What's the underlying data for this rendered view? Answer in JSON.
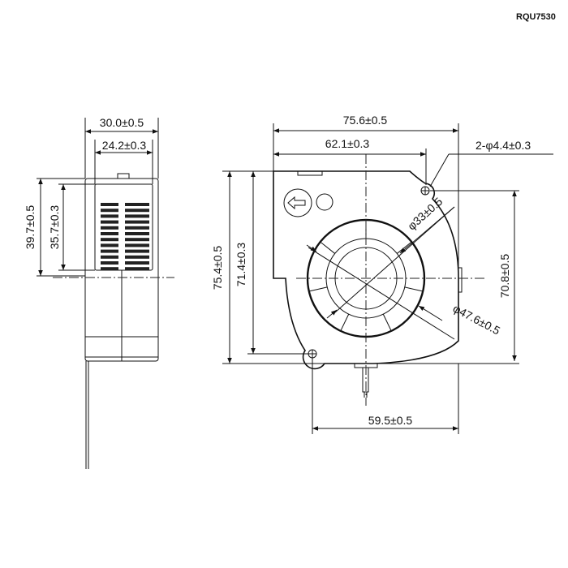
{
  "title": "RQU7530",
  "side_view": {
    "width_outer": "30.0±0.5",
    "width_inner": "24.2±0.3",
    "height_outer": "39.7±0.5",
    "height_inner": "35.7±0.3"
  },
  "front_view": {
    "width_outer": "75.6±0.5",
    "hole_spacing_x": "62.1±0.3",
    "hole_spec": "2-φ4.4±0.3",
    "inlet_dia": "φ33±0.5",
    "outer_dia": "φ47.6±0.5",
    "height_outer": "75.4±0.5",
    "height_hole": "71.4±0.3",
    "hole_spacing_y": "70.8±0.5",
    "bottom_width": "59.5±0.5"
  }
}
